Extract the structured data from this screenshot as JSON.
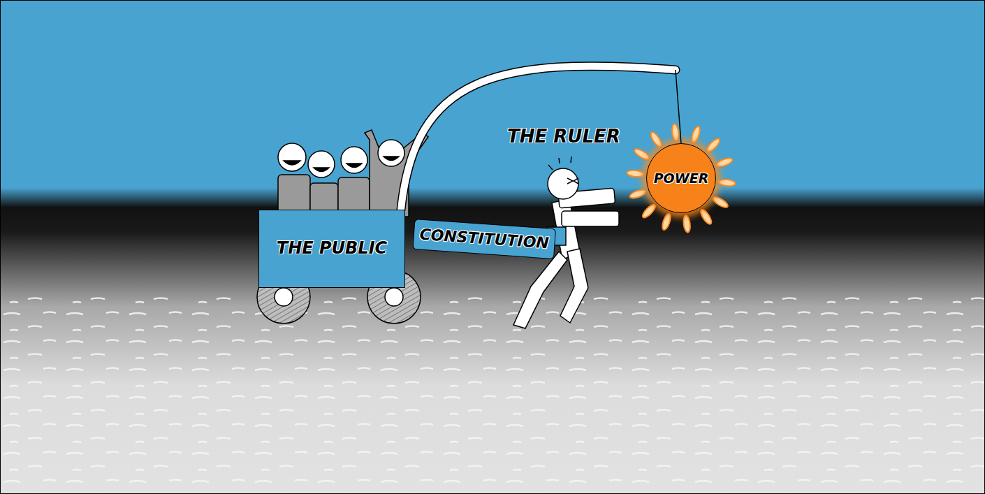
{
  "diagram": {
    "nodes": [
      {
        "text": [
          "THE PUBLIC"
        ]
      },
      {
        "text": [
          "CONSTITUTION"
        ]
      },
      {
        "text": [
          "POWER"
        ]
      }
    ],
    "edges": [
      {
        "from": 0,
        "to": 2,
        "arrow": "none"
      }
    ],
    "labels": [
      "THE RULER"
    ]
  }
}
